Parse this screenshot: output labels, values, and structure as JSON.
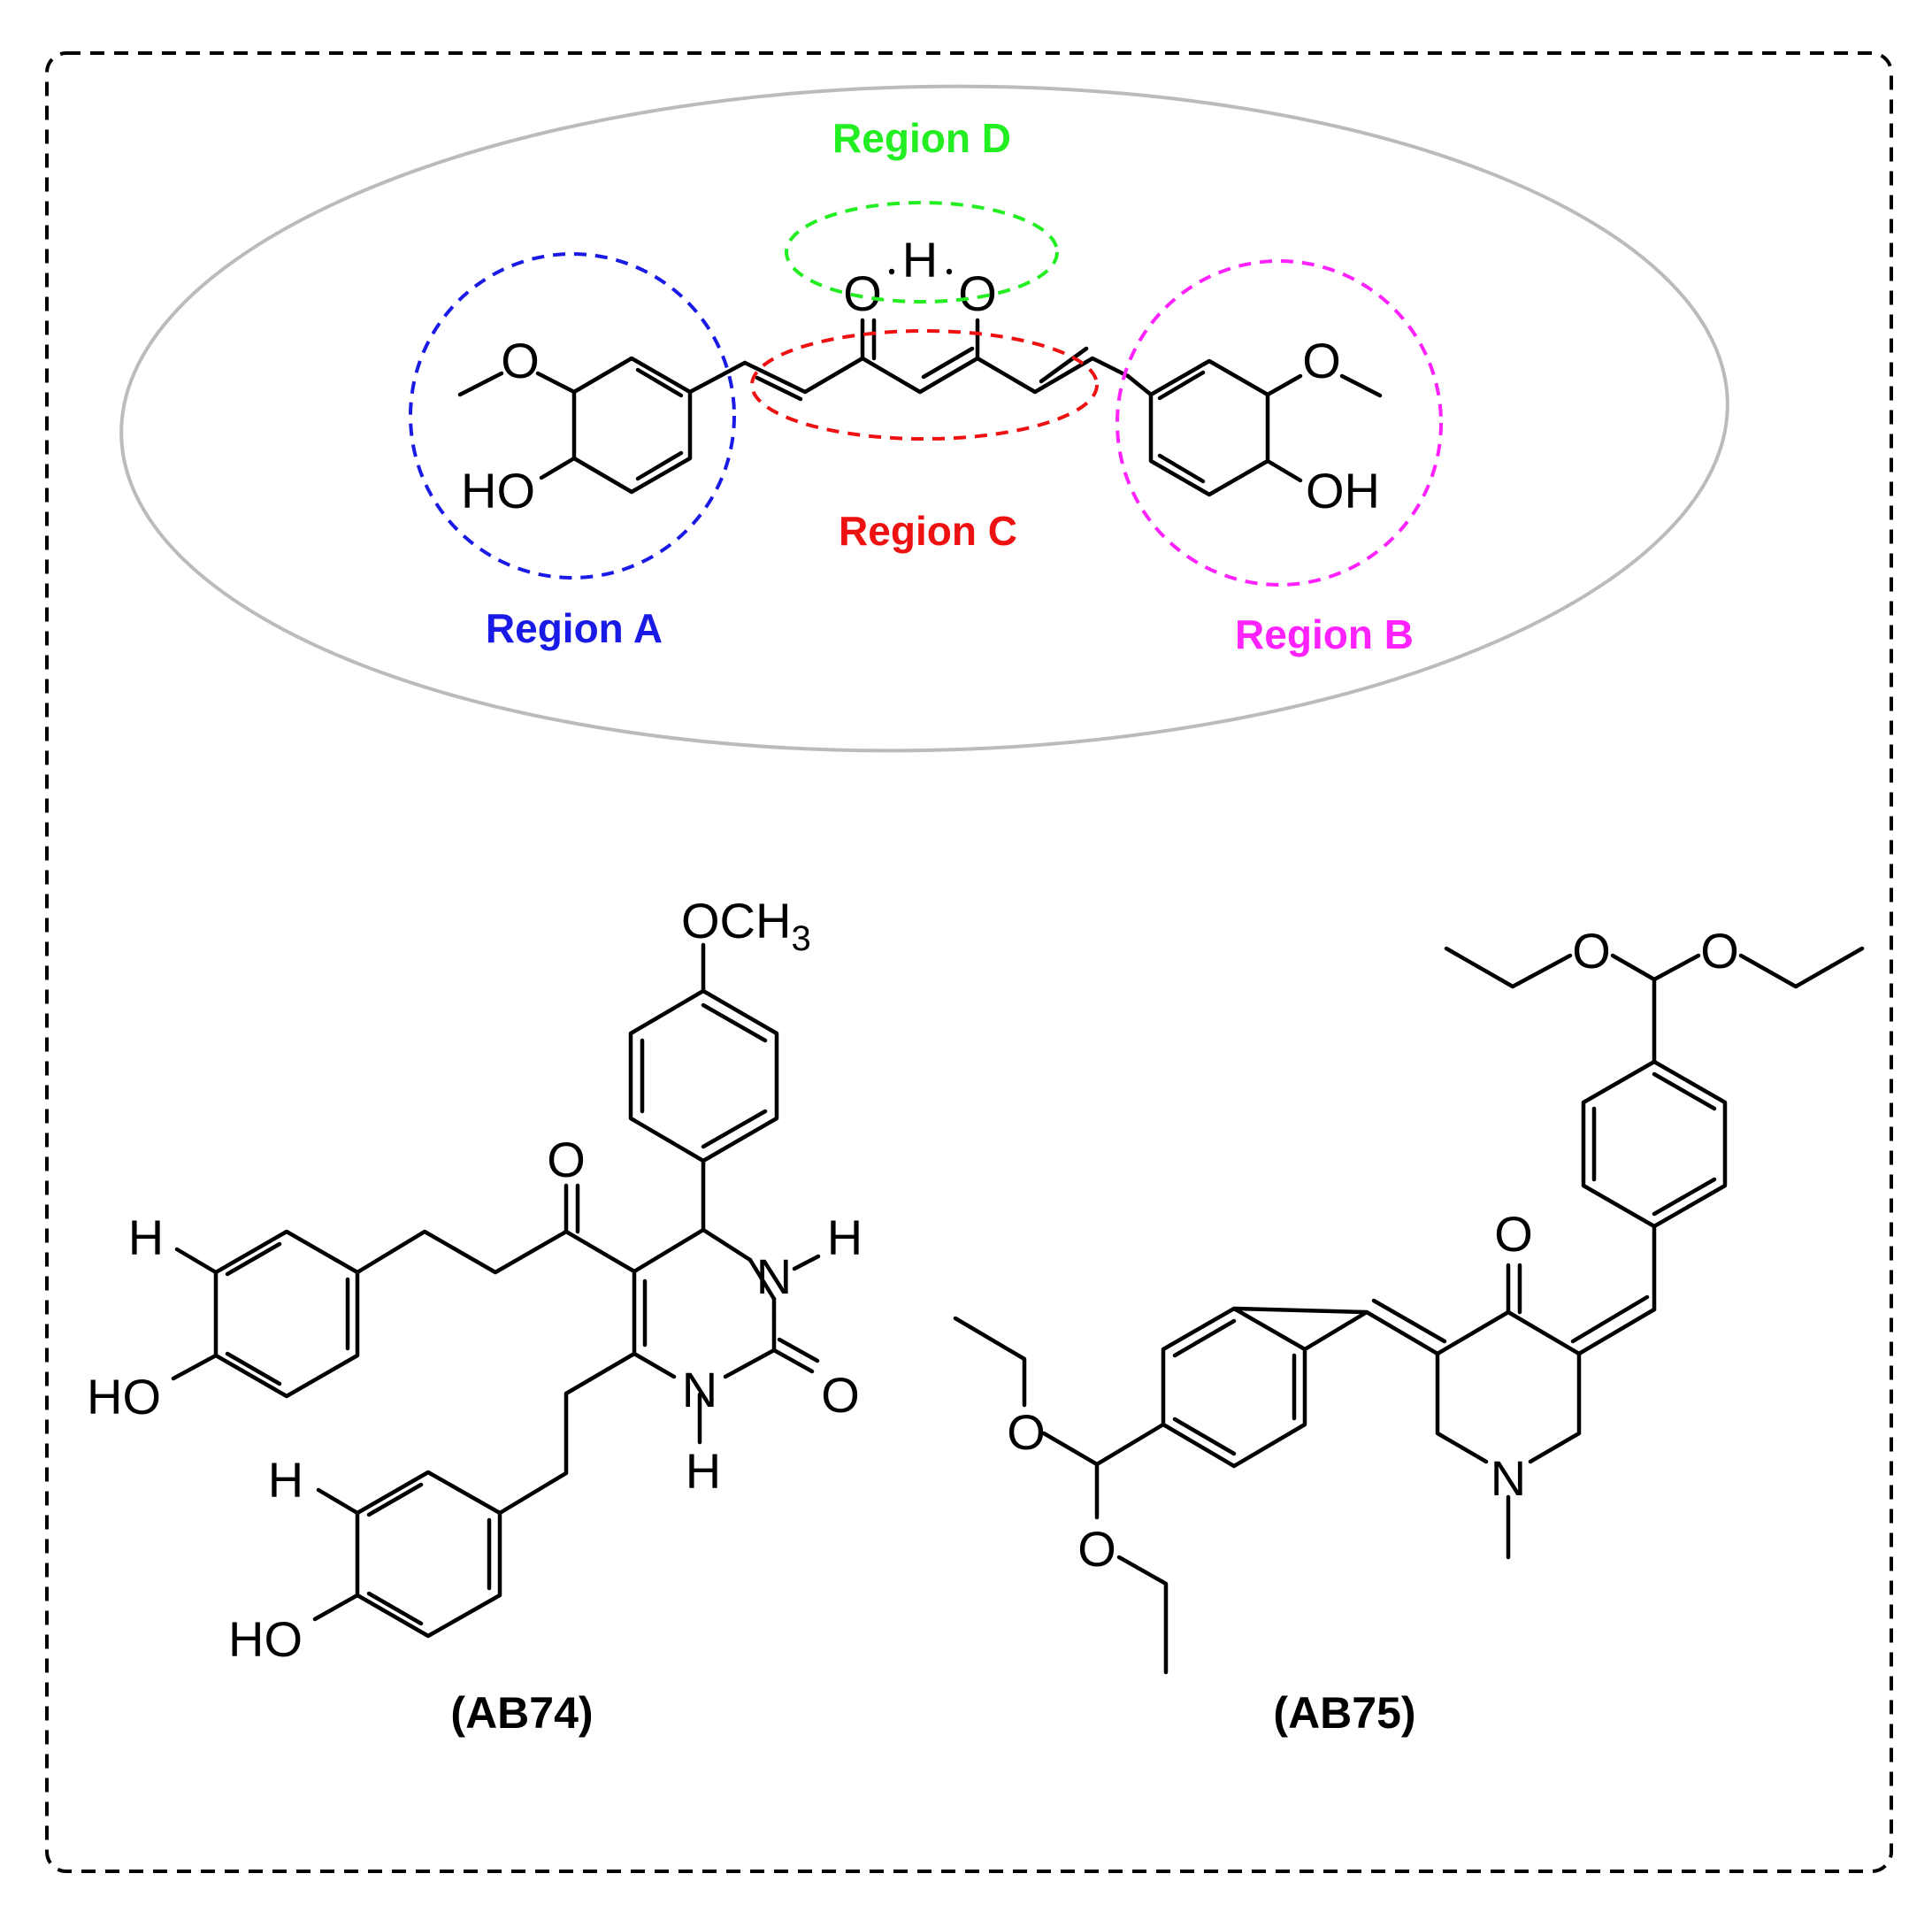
{
  "regions": {
    "a": {
      "label": "Region A",
      "color": "#1a1ae6"
    },
    "b": {
      "label": "Region B",
      "color": "#ff22ff"
    },
    "c": {
      "label": "Region C",
      "color": "#ee1111"
    },
    "d": {
      "label": "Region D",
      "color": "#22ee22"
    }
  },
  "curcumin": {
    "o_left": "O",
    "o_right": "O",
    "h_bridge": "H",
    "o_methoxy_left": "O",
    "o_methoxy_right": "O",
    "ho_left": "HO",
    "oh_right": "OH"
  },
  "ab74": {
    "caption": "(AB74)",
    "och": "OCH",
    "och_sub": "3",
    "ketone_o": "O",
    "n_top": "N",
    "h_n_top": "H",
    "urea_o": "O",
    "n_bottom": "N",
    "h_n_bottom": "H",
    "h_ring1": "H",
    "ho_ring1": "HO",
    "h_ring2": "H",
    "ho_ring2": "HO"
  },
  "ab75": {
    "caption": "(AB75)",
    "acetal_o1": "O",
    "acetal_o2": "O",
    "ketone_o": "O",
    "acetal_o3": "O",
    "acetal_o4": "O",
    "n_amine": "N"
  },
  "colors": {
    "frame": "#000000",
    "outer_ellipse": "#bbbbbb"
  }
}
